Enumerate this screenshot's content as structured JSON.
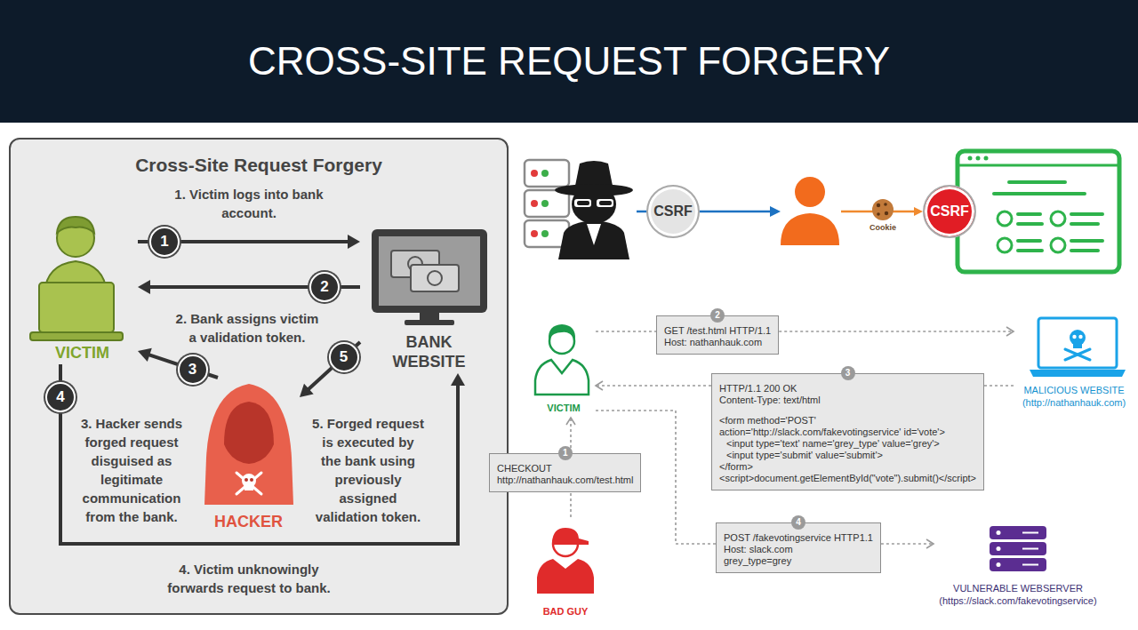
{
  "diagram": {
    "title": "CROSS-SITE REQUEST FORGERY",
    "nodes": [
      {
        "text": [
          "Cross-Site Request Forgery"
        ]
      },
      {
        "text": [
          "VICTIM"
        ],
        "in": 0
      },
      {
        "text": [
          "BANK WEBSITE"
        ],
        "in": 0
      },
      {
        "text": [
          "HACKER"
        ],
        "in": 0
      },
      {
        "text": [
          "CSRF"
        ]
      },
      {
        "text": [
          "CSRF"
        ]
      },
      {
        "text": [
          "2",
          "GET /test.html HTTP/1.1",
          "Host: nathanhauk.com"
        ]
      },
      {
        "text": [
          "VICTIM"
        ]
      },
      {
        "text": [
          "MALICIOUS WEBSITE",
          "(http://nathanhauk.com)"
        ]
      },
      {
        "text": [
          "3",
          "HTTP/1.1 200 OK",
          "Content-Type: text/html",
          "<form method='POST'",
          "action='http://slack.com/fakevotingservice' id='vote'>",
          "<input type='text' name='grey_type' value='grey'>",
          "<input type='submit' value='submit'>",
          "</form>",
          "<script>document.getElementById(\"vote\").submit()</script>"
        ]
      },
      {
        "text": [
          "1",
          "CHECKOUT",
          "http://nathanhauk.com/test.html"
        ]
      },
      {
        "text": [
          "BAD GUY"
        ]
      },
      {
        "text": [
          "4",
          "POST /fakevotingservice HTTP1.1",
          "Host: slack.com",
          "grey_type=grey"
        ]
      },
      {
        "text": [
          "VULNERABLE WEBSERVER",
          "(https://slack.com/fakevotingservice)"
        ]
      }
    ],
    "edges": [
      {
        "from": 1,
        "to": 2,
        "arrow": "to",
        "label": "1"
      },
      {
        "from": 2,
        "to": 1,
        "arrow": "to",
        "label": "2"
      },
      {
        "from": 3,
        "to": 1,
        "arrow": "to",
        "label": "3"
      },
      {
        "from": 1,
        "to": 2,
        "arrow": "to",
        "label": "4"
      },
      {
        "from": 2,
        "to": 3,
        "arrow": "to",
        "label": "5"
      },
      {
        "from": 7,
        "to": 6,
        "arrow": "none"
      },
      {
        "from": 6,
        "to": 8,
        "arrow": "to"
      },
      {
        "from": 8,
        "to": 9,
        "arrow": "none"
      },
      {
        "from": 9,
        "to": 7,
        "arrow": "to"
      },
      {
        "from": 11,
        "to": 10,
        "arrow": "none"
      },
      {
        "from": 10,
        "to": 7,
        "arrow": "to"
      },
      {
        "from": 7,
        "to": 12,
        "arrow": "none"
      },
      {
        "from": 12,
        "to": 13,
        "arrow": "to"
      }
    ],
    "labels": [
      "1. Victim logs into bank account.",
      "2. Bank assigns victim a validation token.",
      "3. Hacker sends forged request disguised as legitimate communication from the bank.",
      "4. Victim unknowingly forwards request to bank.",
      "5. Forged request is executed by the bank using previously assigned validation token.",
      "Cookie"
    ]
  }
}
